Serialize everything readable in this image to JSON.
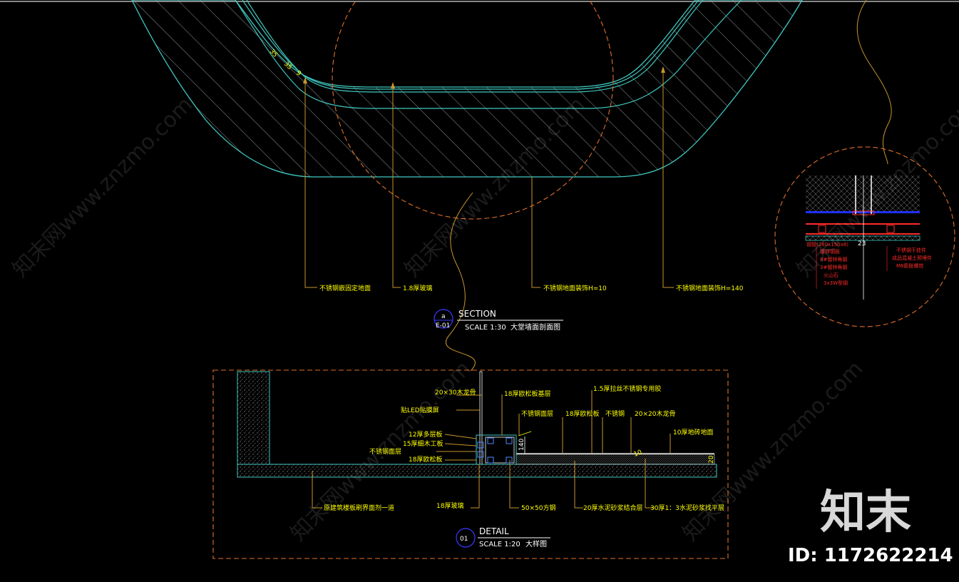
{
  "section_drawing": {
    "callouts": [
      "不锈钢嵌固定地面",
      "1.8厚玻璃",
      "不锈钢地面装饰H=10",
      "不锈钢地面装饰H=140"
    ],
    "tag_letter": "a",
    "tag_sheet": "E-01",
    "title": "SECTION",
    "scale": "SCALE 1:30",
    "scale_note": "大堂墙面剖面图"
  },
  "detail_circle": {
    "labels_left": [
      "钢管(280x150x8)",
      "镀锌钢板",
      "8#镀锌角钢",
      "3#镀锌角钢",
      "火山石",
      "3x3W型钢"
    ],
    "labels_right": [
      "不锈钢干挂件",
      "成品混凝土预埋件",
      "M8膨胀螺栓"
    ],
    "dim": "23"
  },
  "detail_drawing": {
    "labels_top": [
      "20×30木龙骨",
      "18厚欧松板基层",
      "1.5厚拉丝不锈钢专用胶",
      "贴LED贴膜屏",
      "不锈钢面层",
      "18厚欧松板",
      "不锈钢",
      "20×20木龙骨",
      "10厚地砖地面",
      "12厚多层板",
      "15厚细木工板",
      "不锈钢面层",
      "18厚欧松板"
    ],
    "labels_bottom": [
      "原建筑楼板刷界面剂一道",
      "18厚玻璃",
      "50×50方钢",
      "20厚水泥砂浆结合层",
      "30厚1：3水泥砂浆找平层"
    ],
    "dim_140": "140",
    "dim_10": "10",
    "dim_r": "20",
    "tag_number": "01",
    "title": "DETAIL",
    "scale": "SCALE 1:20",
    "scale_note": "大样图"
  },
  "watermark": {
    "text": "知末网www.znzmo.com",
    "logo": "知末",
    "id": "ID: 1172622214"
  }
}
